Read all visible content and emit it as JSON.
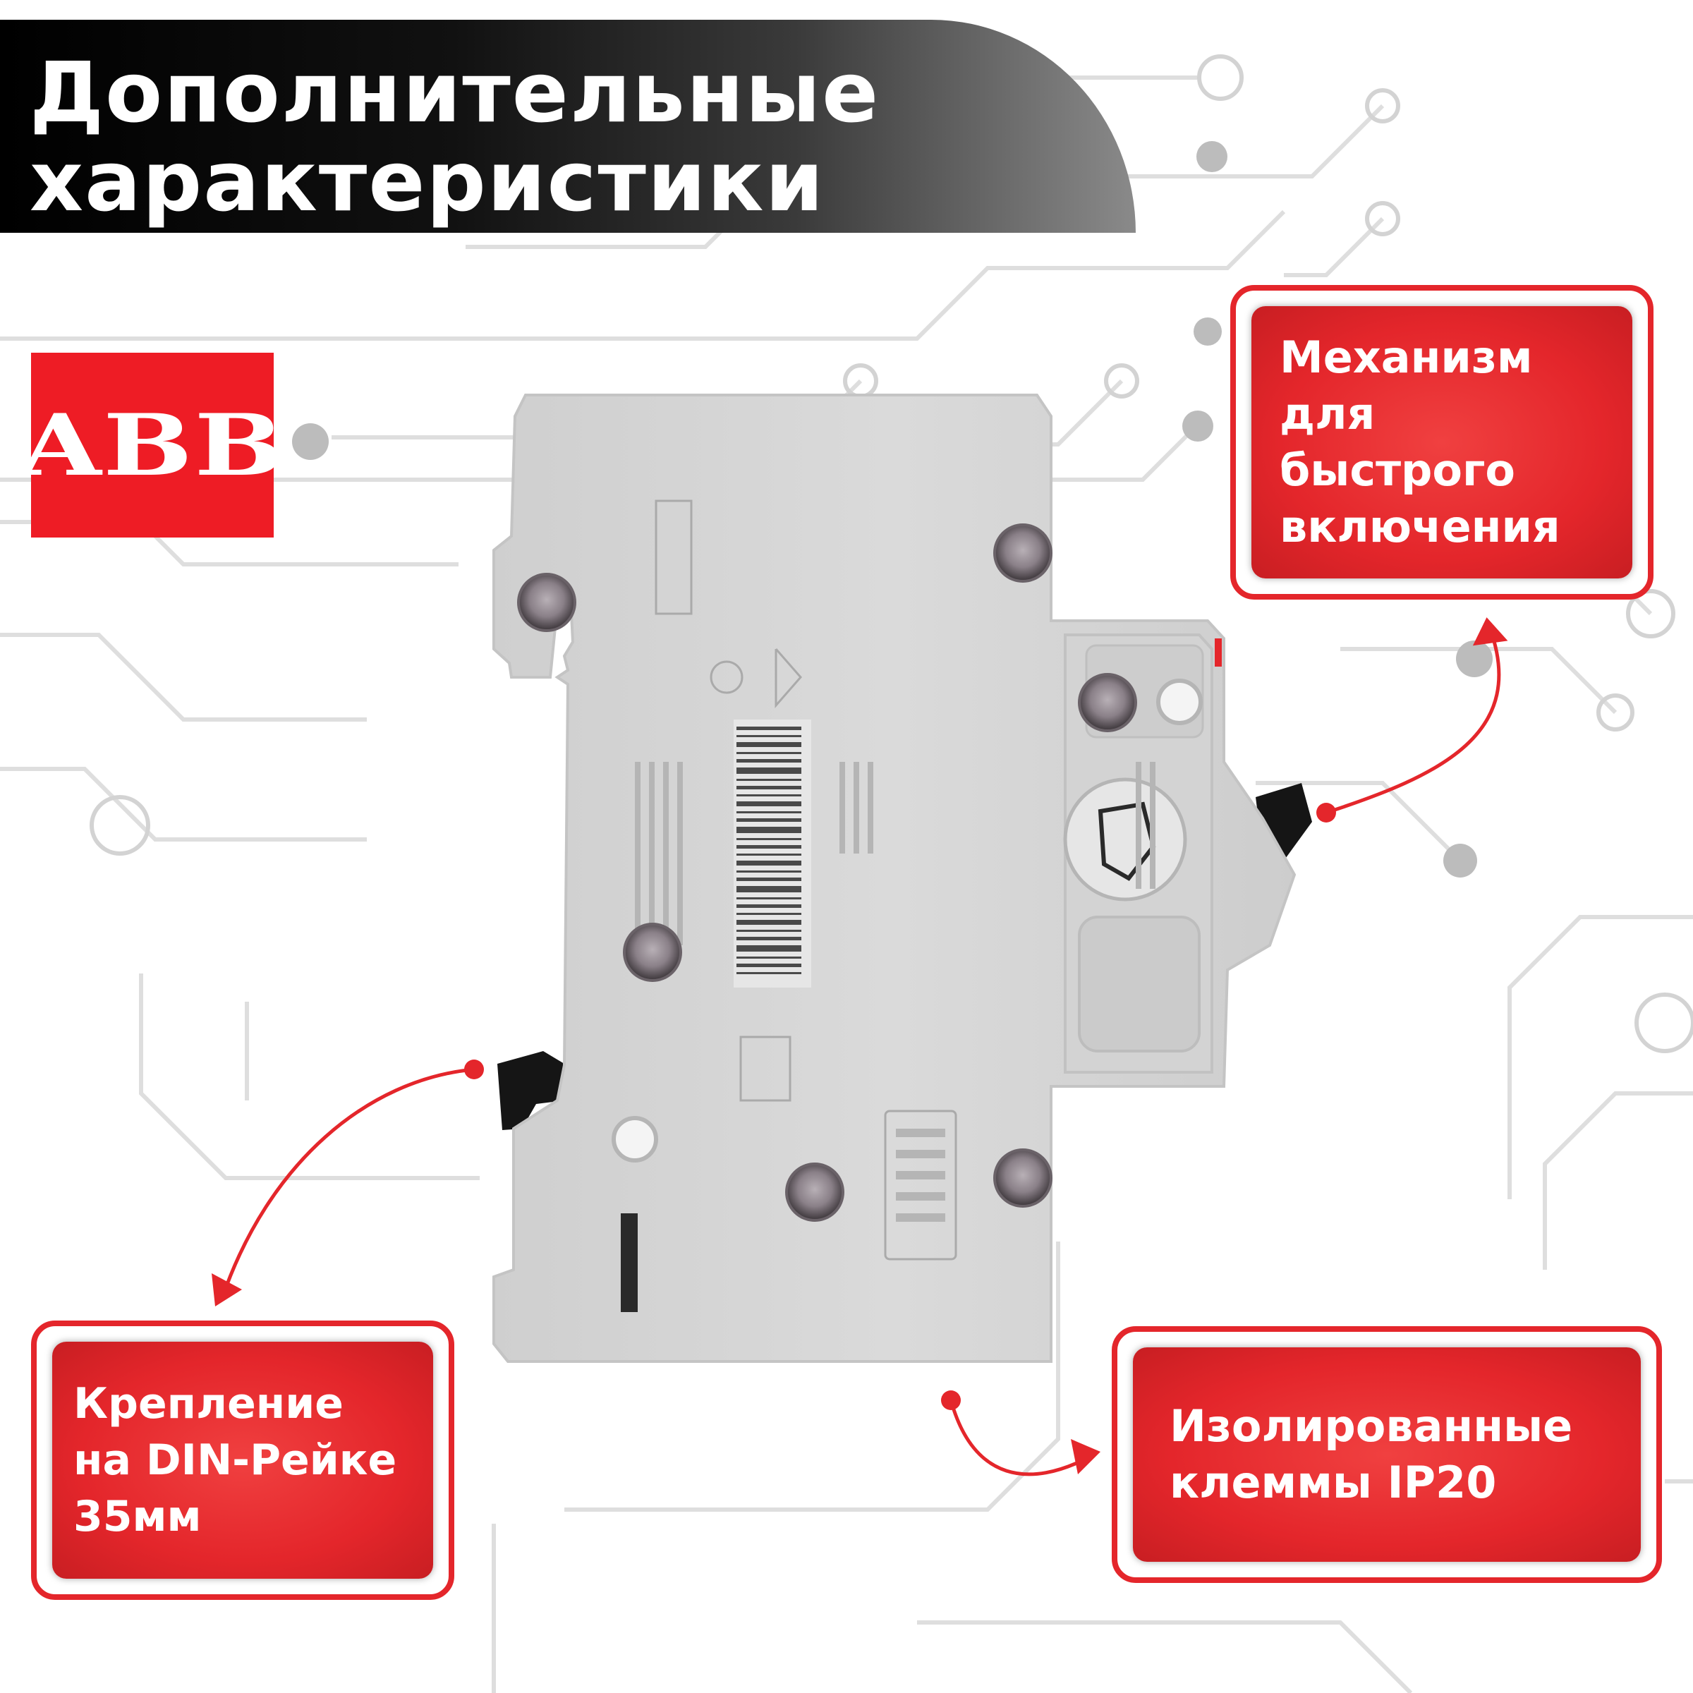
{
  "title": {
    "line1": "Дополнительные",
    "line2": "характеристики"
  },
  "logo": {
    "text": "ABB"
  },
  "callouts": {
    "top_right": {
      "lines": [
        "Механизм",
        "для",
        "быстрого",
        "включения"
      ]
    },
    "bottom_left": {
      "lines": [
        "Крепление",
        "на DIN-Рейке",
        "35мм"
      ]
    },
    "bottom_right": {
      "lines": [
        "Изолированные",
        "клеммы IP20"
      ]
    }
  },
  "colors": {
    "accent_red": "#e4262b",
    "logo_red": "#ee1c25",
    "banner_black": "#000000",
    "device_gray": "#d6d6d6",
    "circuit_gray": "#dcdcdc"
  },
  "icons": [
    "circuit-background",
    "circuit-breaker-image",
    "callout-arrow"
  ]
}
